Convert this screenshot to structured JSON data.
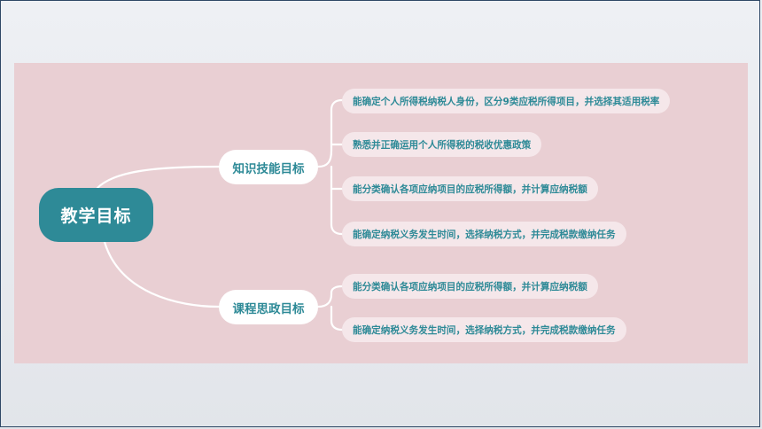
{
  "root": {
    "label": "教学目标"
  },
  "branches": [
    {
      "label": "知识技能目标",
      "items": [
        "能确定个人所得税纳税人身份，区分9类应税所得项目，并选择其适用税率",
        "熟悉并正确运用个人所得税的税收优惠政策",
        "能分类确认各项应纳项目的应税所得额，并计算应纳税额",
        "能确定纳税义务发生时间，选择纳税方式，并完成税款缴纳任务"
      ]
    },
    {
      "label": "课程思政目标",
      "items": [
        "能分类确认各项应纳项目的应税所得额，并计算应纳税额",
        "能确定纳税义务发生时间，选择纳税方式，并完成税款缴纳任务"
      ]
    }
  ],
  "colors": {
    "accent": "#2e8a97",
    "panel": "#e9cfd3",
    "leaf_bg": "#f5e7ea",
    "frame": "#2f4866"
  }
}
